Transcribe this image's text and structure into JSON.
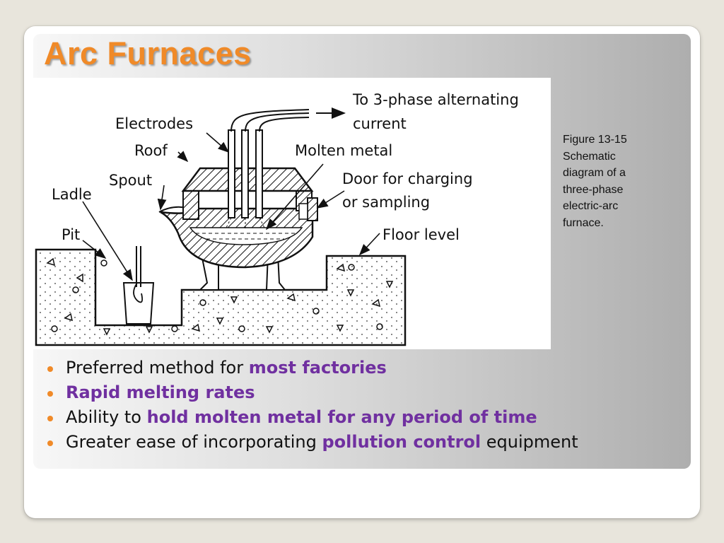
{
  "slide": {
    "title": "Arc Furnaces",
    "accent_color": "#f08a28",
    "highlight_color": "#7030a0"
  },
  "figure": {
    "labels": {
      "to_3phase_line1": "To 3-phase alternating",
      "to_3phase_line2": "current",
      "electrodes": "Electrodes",
      "roof": "Roof",
      "molten_metal": "Molten metal",
      "spout": "Spout",
      "door_line1": "Door for charging",
      "door_line2": "or sampling",
      "ladle": "Ladle",
      "pit": "Pit",
      "floor_level": "Floor level"
    },
    "caption": [
      "Figure 13-15",
      "Schematic",
      "diagram of a",
      "three-phase",
      "electric-arc",
      "furnace."
    ]
  },
  "bullets": [
    {
      "plain": "Preferred method for ",
      "highlight": "most factories",
      "tail": ""
    },
    {
      "plain": "",
      "highlight": "Rapid melting rates",
      "tail": ""
    },
    {
      "plain": "Ability to ",
      "highlight": "hold molten metal for any period of time",
      "tail": ""
    },
    {
      "plain": "Greater ease of incorporating ",
      "highlight": "pollution control",
      "tail": " equipment"
    }
  ]
}
